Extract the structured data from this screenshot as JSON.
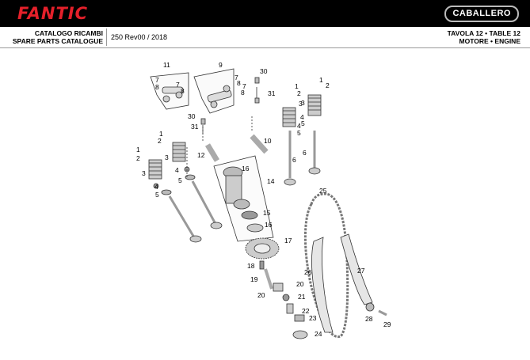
{
  "header": {
    "brand": "FANTIC",
    "model": "CABALLERO",
    "catalog_line1": "CATALOGO RICAMBI",
    "catalog_line2": "SPARE PARTS CATALOGUE",
    "revision": "250 Rev00 / 2018",
    "table_line1": "TAVOLA 12 • TABLE 12",
    "table_line2": "MOTORE • ENGINE"
  },
  "callouts": [
    "1",
    "1",
    "1",
    "1",
    "2",
    "2",
    "2",
    "2",
    "3",
    "3",
    "3",
    "3",
    "4",
    "4",
    "4",
    "4",
    "5",
    "5",
    "5",
    "5",
    "6",
    "6",
    "7",
    "7",
    "7",
    "7",
    "8",
    "8",
    "8",
    "8",
    "9",
    "10",
    "11",
    "12",
    "14",
    "15",
    "16",
    "16",
    "17",
    "18",
    "19",
    "20",
    "20",
    "21",
    "22",
    "23",
    "24",
    "25",
    "26",
    "27",
    "28",
    "29",
    "30",
    "30",
    "31",
    "31"
  ],
  "colors": {
    "header_bg": "#000000",
    "brand_red": "#e4202a",
    "line": "#333333"
  }
}
